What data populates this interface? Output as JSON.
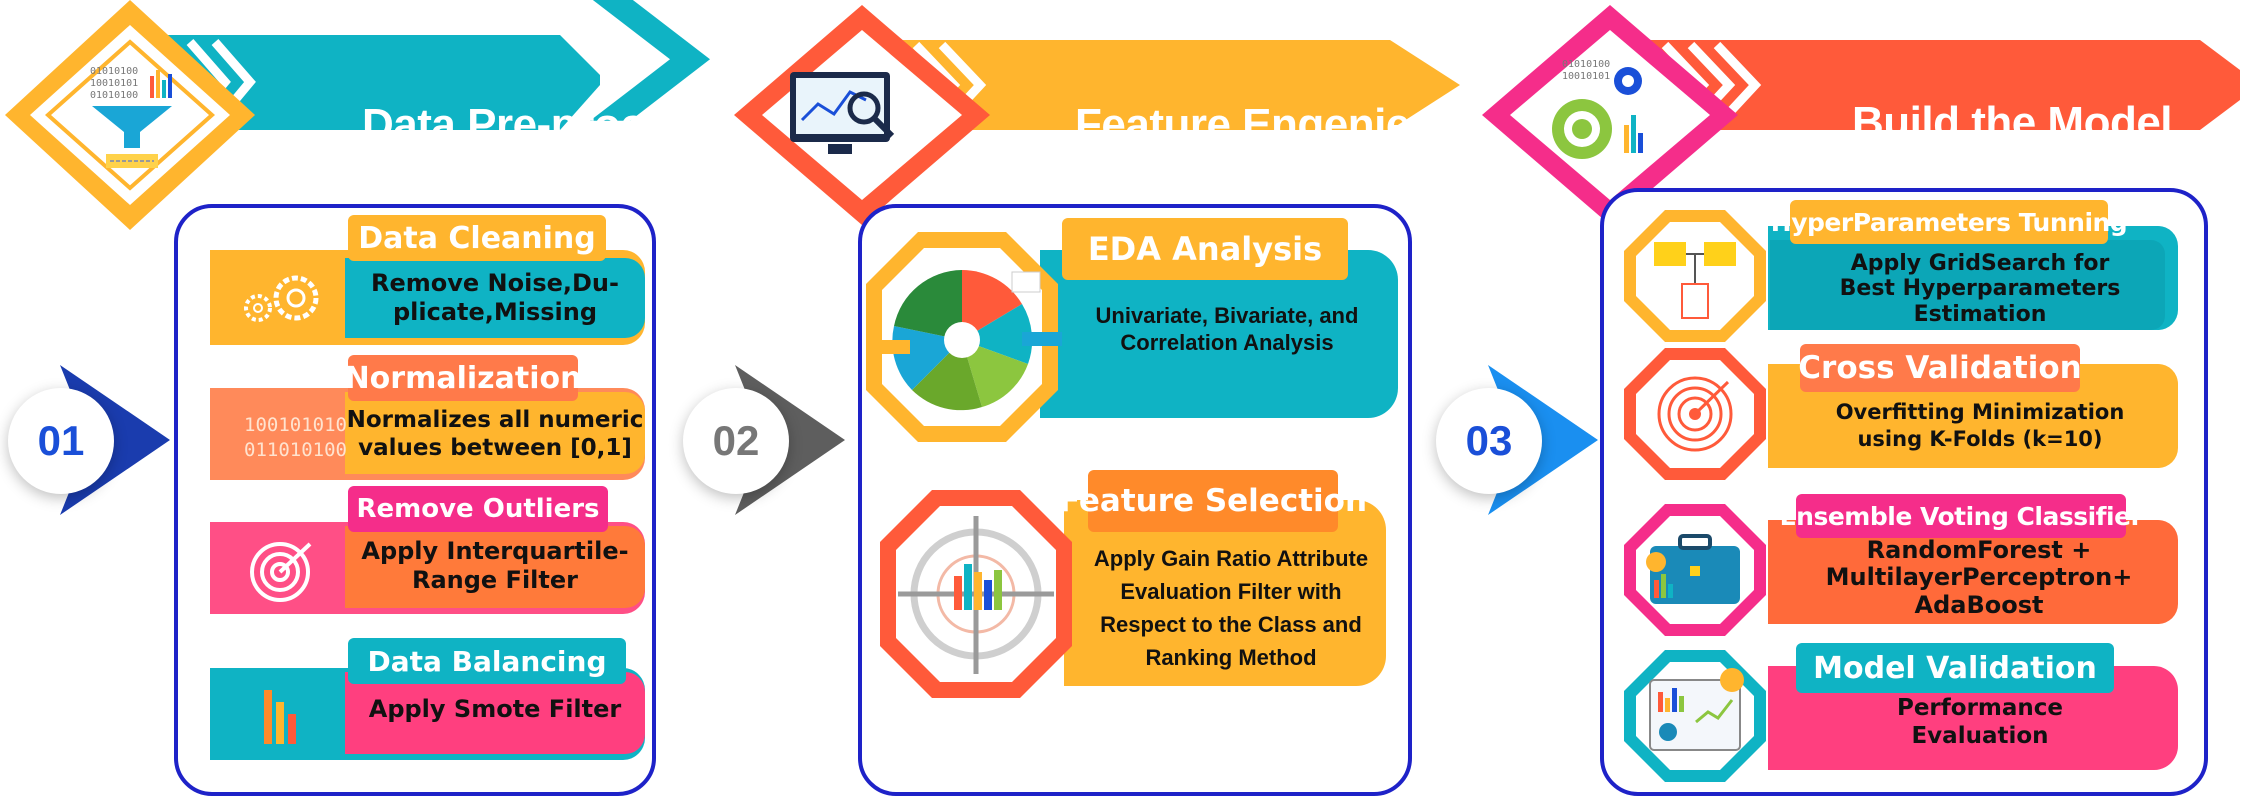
{
  "colors": {
    "teal": "#0fb3c4",
    "orange": "#ff8a2a",
    "yellow": "#ffb52e",
    "coral": "#ff5a3a",
    "pink": "#ff3f7f",
    "magenta": "#f52d8a",
    "border_blue": "#1e22c8",
    "num_blue": "#1a4fd8",
    "num_gray": "#777777"
  },
  "stages": [
    {
      "number": "01",
      "title": "Data Pre-processing",
      "icon": "funnel-data-icon",
      "steps": [
        {
          "label": "Data Cleaning",
          "lines": [
            "Remove Noise,Du-",
            "plicate,Missing"
          ],
          "icon": "gears-icon"
        },
        {
          "label": "Normalization",
          "lines": [
            "Normalizes all numeric",
            "values between [0,1]"
          ],
          "icon": "binary-icon",
          "binary": [
            "100101010",
            "011010100"
          ]
        },
        {
          "label": "Remove Outliers",
          "lines": [
            "Apply Interquartile-",
            "Range Filter"
          ],
          "icon": "target-icon"
        },
        {
          "label": "Data Balancing",
          "lines": [
            "Apply Smote Filter"
          ],
          "icon": "bar-chart-icon"
        }
      ]
    },
    {
      "number": "02",
      "title": "Feature Engenieering",
      "icon": "monitor-analytics-icon",
      "steps": [
        {
          "label": "EDA Analysis",
          "lines": [
            "Univariate, Bivariate, and",
            "Correlation Analysis"
          ],
          "icon": "pie-chart-icon"
        },
        {
          "label": "Feature Selection",
          "lines": [
            "Apply Gain Ratio Attribute",
            "Evaluation Filter with",
            "Respect to the Class and",
            "Ranking Method"
          ],
          "icon": "crosshair-chart-icon"
        }
      ]
    },
    {
      "number": "03",
      "title": "Build the Model",
      "icon": "gears-data-icon",
      "steps": [
        {
          "label": "HyperParameters Tunning",
          "lines": [
            "Apply GridSearch for",
            "Best Hyperparameters",
            "Estimation"
          ],
          "icon": "folders-icon"
        },
        {
          "label": "Cross Validation",
          "lines": [
            "Overfitting Minimization",
            "using K-Folds (k=10)"
          ],
          "icon": "target-icon"
        },
        {
          "label": "Ensemble Voting Classifier",
          "lines": [
            "RandomForest +",
            "MultilayerPerceptron+",
            "AdaBoost"
          ],
          "icon": "briefcase-icon"
        },
        {
          "label": "Model Validation",
          "lines": [
            "Performance",
            "Evaluation"
          ],
          "icon": "report-icon"
        }
      ]
    }
  ],
  "binary_decor": [
    "01010100",
    "10010101",
    "01010100"
  ]
}
